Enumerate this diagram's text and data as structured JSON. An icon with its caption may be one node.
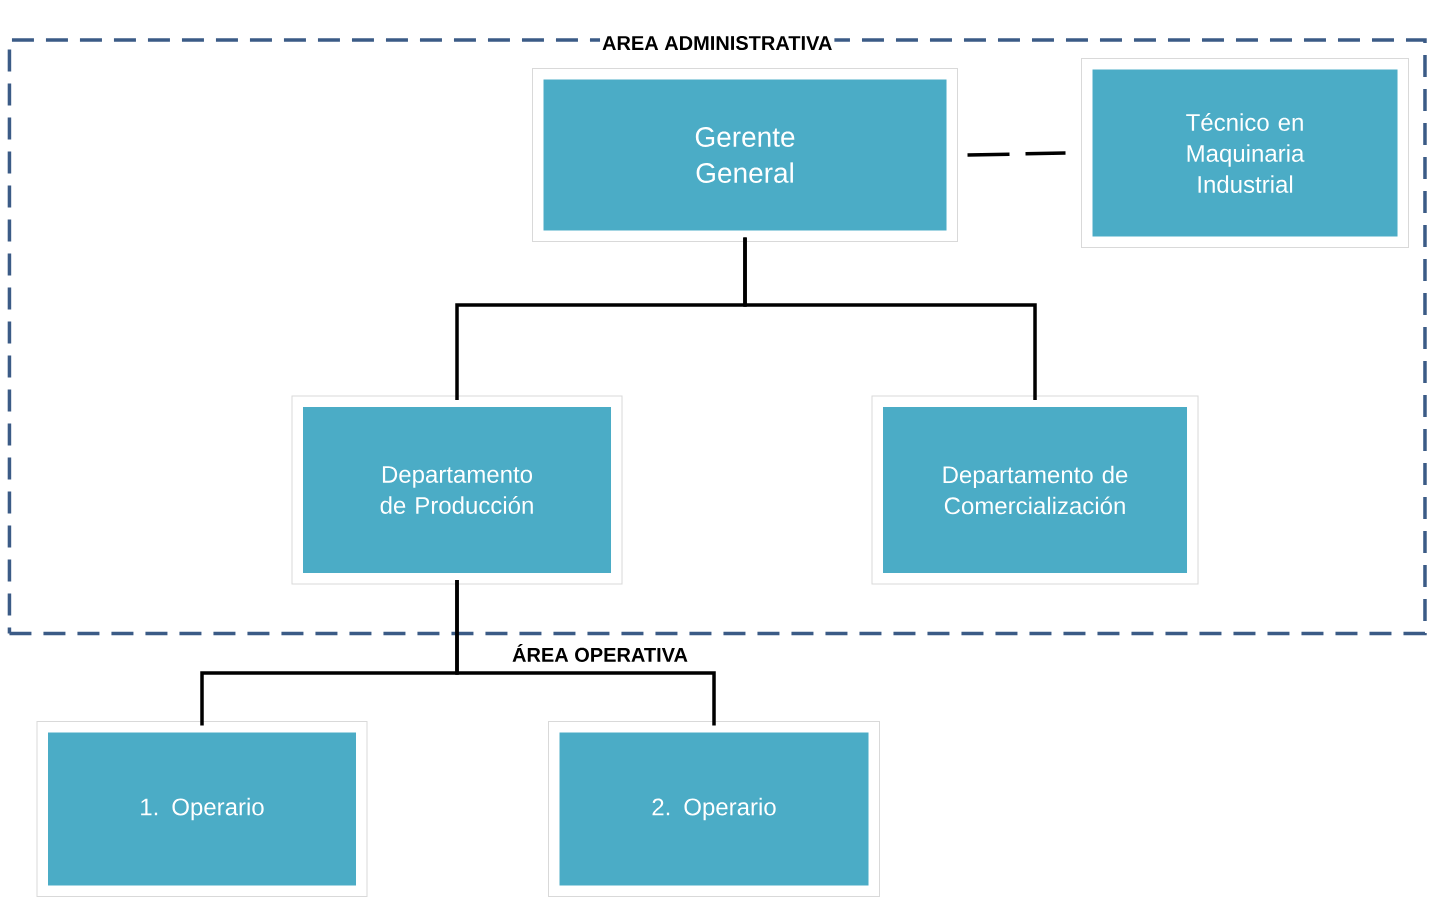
{
  "diagram": {
    "nodes": [
      {
        "text": [
          "AREA ADMINISTRATIVA"
        ]
      },
      {
        "text": [
          "Gerente General"
        ],
        "in": 0
      },
      {
        "text": [
          "Técnico en Maquinaria Industrial"
        ],
        "in": 0
      },
      {
        "text": [
          "Departamento de Producción"
        ],
        "in": 0
      },
      {
        "text": [
          "Departamento de Comercialización"
        ],
        "in": 0
      },
      {
        "text": [
          "1. Operario"
        ]
      },
      {
        "text": [
          "2. Operario"
        ]
      }
    ],
    "edges": [
      {
        "from": 1,
        "to": 2,
        "arrow": "none",
        "style": "dashed"
      },
      {
        "from": 1,
        "to": 3,
        "arrow": "none"
      },
      {
        "from": 1,
        "to": 4,
        "arrow": "none"
      },
      {
        "from": 3,
        "to": 5,
        "arrow": "none"
      },
      {
        "from": 3,
        "to": 6,
        "arrow": "none"
      }
    ],
    "labels": [
      "ÁREA OPERATIVA"
    ]
  }
}
